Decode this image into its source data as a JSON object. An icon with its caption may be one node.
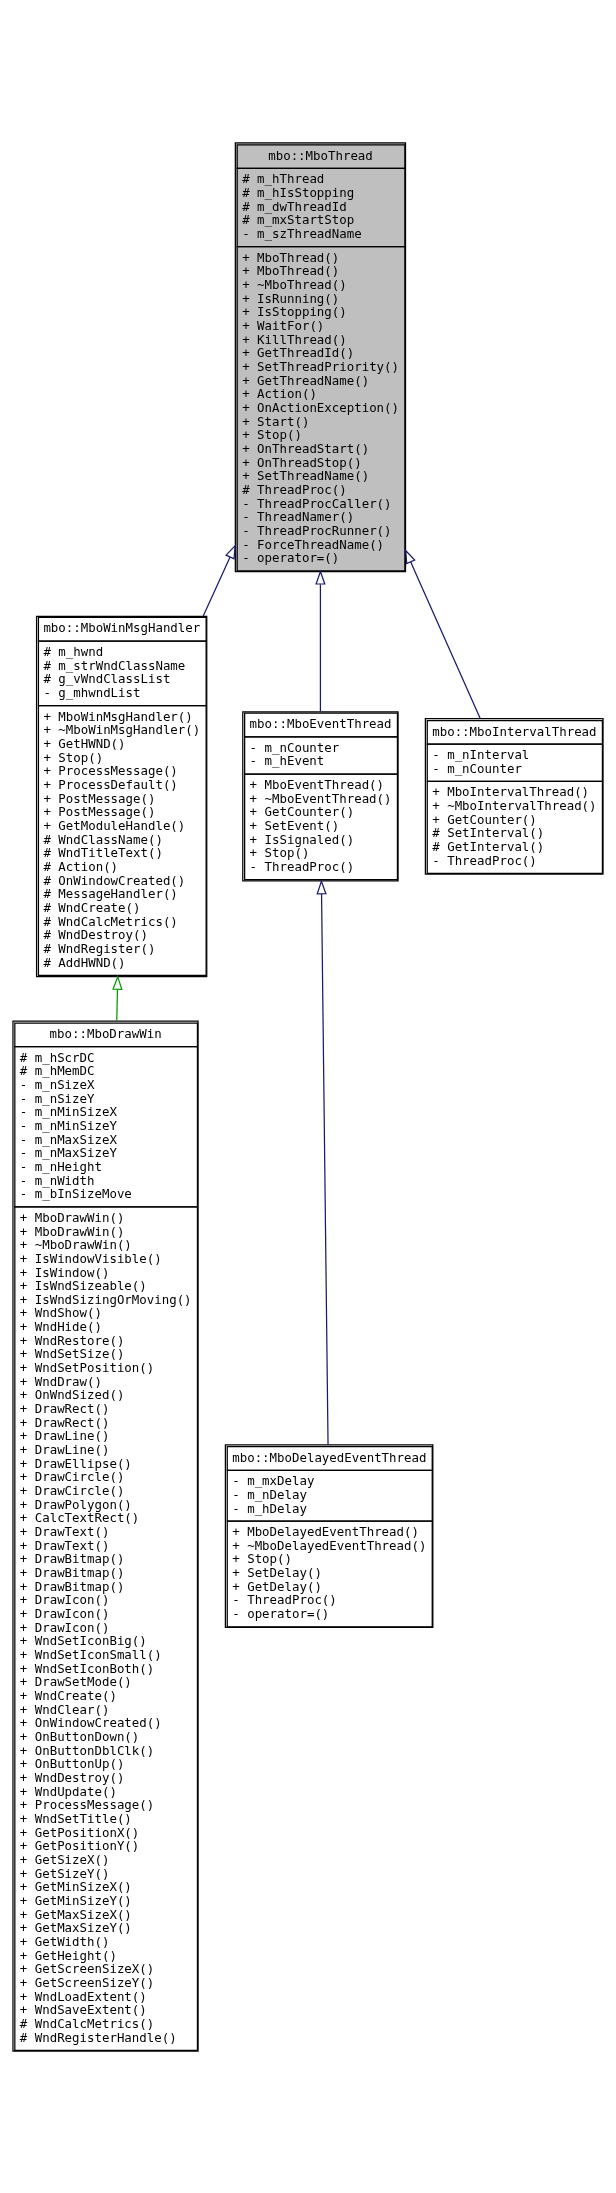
{
  "diagram": {
    "nodes": [
      {
        "text": [
          "mbo::MboThread",
          "# m_hThread # m_hIsStopping # m_dwThreadId # m_mxStartStop - m_szThreadName",
          "+ MboThread() + MboThread() + ~MboThread() + IsRunning() + IsStopping() + WaitFor() + KillThread() + GetThreadId() + SetThreadPriority() + GetThreadName() + Action() + OnActionException() + Start() + Stop() + OnThreadStart() + OnThreadStop() + SetThreadName() # ThreadProc() - ThreadProcCaller() - ThreadNamer() - ThreadProcRunner() - ForceThreadName() - operator=()"
        ]
      },
      {
        "text": [
          "mbo::MboWinMsgHandler",
          "# m_hwnd # m_strWndClassName # g_vWndClassList - g_mhwndList",
          "+ MboWinMsgHandler() + ~MboWinMsgHandler() + GetHWND() + Stop() + ProcessMessage() + ProcessDefault() + PostMessage() + PostMessage() + GetModuleHandle() # WndClassName() # WndTitleText() # Action() # OnWindowCreated() # MessageHandler() # WndCreate() # WndCalcMetrics() # WndDestroy() # WndRegister() # AddHWND()"
        ]
      },
      {
        "text": [
          "mbo::MboEventThread",
          "- m_nCounter - m_hEvent",
          "+ MboEventThread() + ~MboEventThread() + GetCounter() + SetEvent() + IsSignaled() + Stop() - ThreadProc()"
        ]
      },
      {
        "text": [
          "mbo::MboIntervalThread",
          "- m_nInterval - m_nCounter",
          "+ MboIntervalThread() + ~MboIntervalThread() + GetCounter() # SetInterval() # GetInterval() - ThreadProc()"
        ]
      },
      {
        "text": [
          "mbo::MboDrawWin",
          "# m_hScrDC # m_hMemDC - m_nSizeX - m_nSizeY - m_nMinSizeX - m_nMinSizeY - m_nMaxSizeX - m_nMaxSizeY - m_nHeight - m_nWidth - m_bInSizeMove",
          "+ MboDrawWin() + MboDrawWin() + ~MboDrawWin() + IsWindowVisible() + IsWindow() + IsWndSizeable() + IsWndSizingOrMoving() + WndShow() + WndHide() + WndRestore() + WndSetSize() + WndSetPosition() + WndDraw() + OnWndSized() + DrawRect() + DrawRect() + DrawLine() + DrawLine() + DrawEllipse() + DrawCircle() + DrawCircle() + DrawPolygon() + CalcTextRect() + DrawText() + DrawText() + DrawBitmap() + DrawBitmap() + DrawBitmap() + DrawIcon() + DrawIcon() + DrawIcon() + WndSetIconBig() + WndSetIconSmall() + WndSetIconBoth() + DrawSetMode() + WndCreate() + WndClear() + OnWindowCreated() + OnButtonDown() + OnButtonDblClk() + OnButtonUp() + WndDestroy() + WndUpdate() + ProcessMessage() + WndSetTitle() + GetPositionX() + GetPositionY() + GetSizeX() + GetSizeY() + GetMinSizeX() + GetMinSizeY() + GetMaxSizeX() + GetMaxSizeY() + GetWidth() + GetHeight() + GetScreenSizeX() + GetScreenSizeY() + WndLoadExtent() + WndSaveExtent() # WndCalcMetrics() # WndRegisterHandle()"
        ]
      },
      {
        "text": [
          "mbo::MboDelayedEventThread",
          "- m_mxDelay - m_nDelay - m_hDelay",
          "+ MboDelayedEventThread() + ~MboDelayedEventThread() + Stop() + SetDelay() + GetDelay() - ThreadProc() - operator=()"
        ]
      }
    ],
    "edges": [
      {
        "from": 2,
        "to": 0,
        "arrow": "to"
      },
      {
        "from": 3,
        "to": 0,
        "arrow": "to"
      },
      {
        "from": 1,
        "to": 0,
        "arrow": "to"
      },
      {
        "from": 4,
        "to": 1,
        "arrow": "to",
        "color": "#009900"
      },
      {
        "from": 5,
        "to": 2,
        "arrow": "to"
      }
    ]
  }
}
